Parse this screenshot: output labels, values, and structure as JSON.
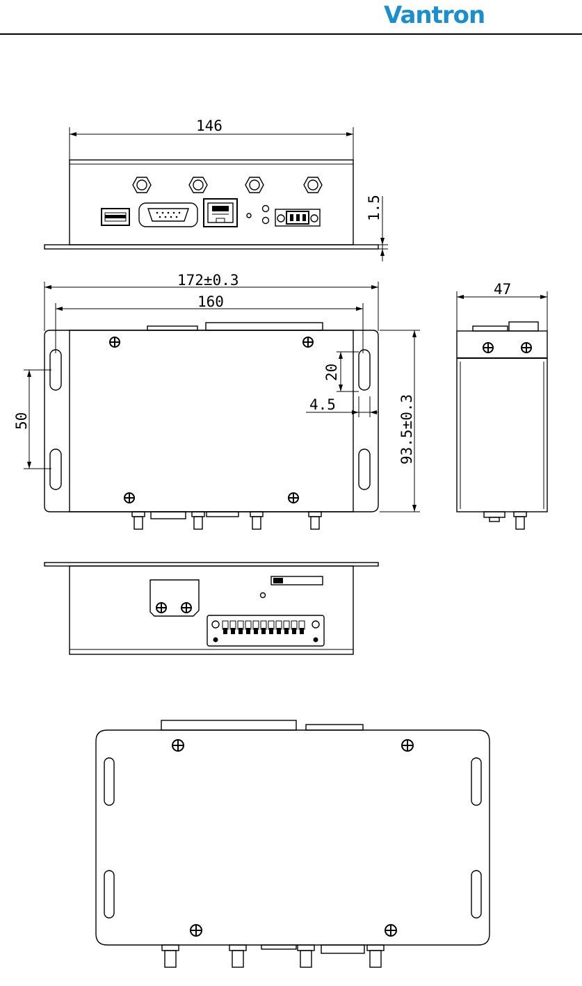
{
  "header": {
    "logo_text": "Vantron",
    "logo_color": "#1a8fd0"
  },
  "dimensions": {
    "front_width": "146",
    "front_flange": "1.5",
    "top_overall": "172±0.3",
    "top_hole_pitch": "160",
    "side_depth": "47",
    "slot_length": "20",
    "slot_spacing": "50",
    "slot_offset": "4.5",
    "top_height": "93.5±0.3"
  }
}
